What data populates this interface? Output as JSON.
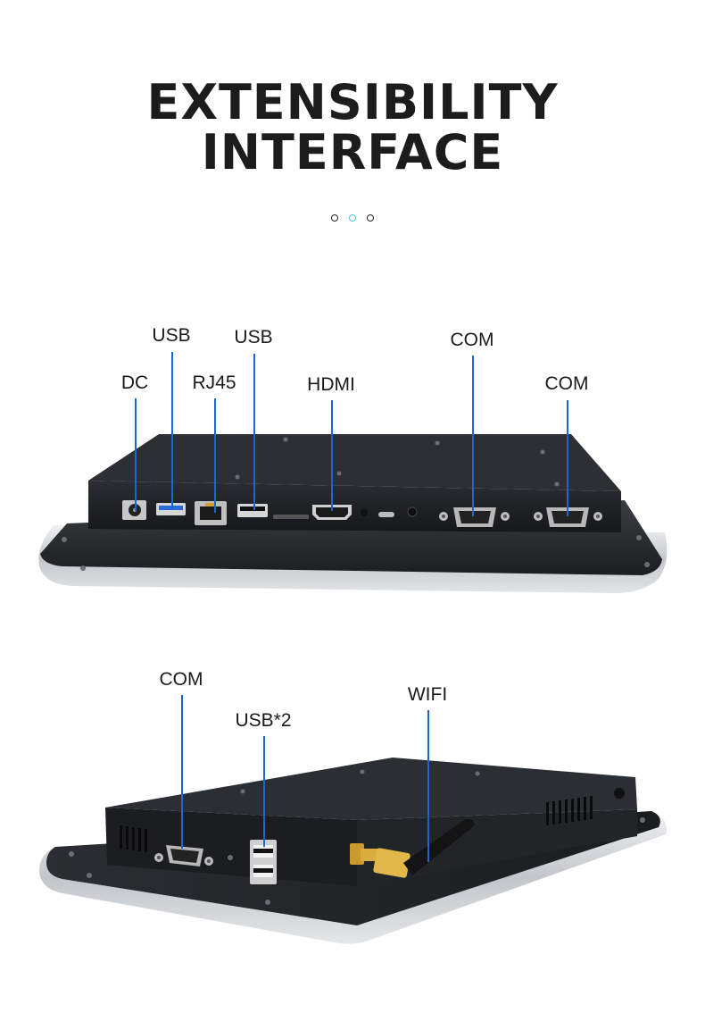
{
  "header": {
    "title_line1": "EXTENSIBILITY",
    "title_line2": "INTERFACE"
  },
  "pager": {
    "count": 3,
    "active_index": 1
  },
  "colors": {
    "accent": "#4bbfe0",
    "leader": "#1e63d8",
    "chassis": "#1b1d20",
    "bezel": "#c9cdd1"
  },
  "top_view": {
    "labels": {
      "dc": "DC",
      "usb_a": "USB",
      "rj45": "RJ45",
      "usb_b": "USB",
      "hdmi": "HDMI",
      "com_a": "COM",
      "com_b": "COM"
    }
  },
  "bottom_view": {
    "labels": {
      "com": "COM",
      "usb2": "USB*2",
      "wifi": "WIFI"
    }
  }
}
